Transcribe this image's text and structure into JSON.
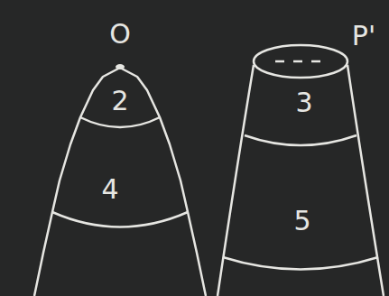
{
  "diagram": {
    "nodes": [
      {
        "text": [
          "O"
        ]
      },
      {
        "text": [
          "2"
        ],
        "in": 0
      },
      {
        "text": [
          "4"
        ],
        "in": 0
      },
      {
        "text": [
          "P'"
        ]
      },
      {
        "text": [
          "3"
        ],
        "in": 3
      },
      {
        "text": [
          "5"
        ],
        "in": 3
      }
    ]
  }
}
